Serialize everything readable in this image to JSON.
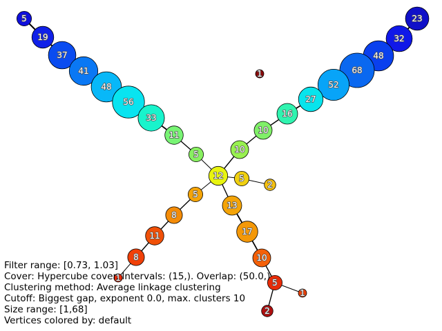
{
  "graph": {
    "nodes": [
      {
        "id": "a0",
        "label": "5",
        "size": 5,
        "color": "#1010dc"
      },
      {
        "id": "a1",
        "label": "19",
        "size": 19,
        "color": "#1020e8"
      },
      {
        "id": "a2",
        "label": "37",
        "size": 37,
        "color": "#0a4cf0"
      },
      {
        "id": "a3",
        "label": "41",
        "size": 41,
        "color": "#0a78f4"
      },
      {
        "id": "a4",
        "label": "48",
        "size": 48,
        "color": "#08b8f8"
      },
      {
        "id": "a5",
        "label": "56",
        "size": 56,
        "color": "#08e4f0"
      },
      {
        "id": "a6",
        "label": "33",
        "size": 33,
        "color": "#18f4cc"
      },
      {
        "id": "a7",
        "label": "11",
        "size": 11,
        "color": "#78f474"
      },
      {
        "id": "a8",
        "label": "5",
        "size": 5,
        "color": "#88f060"
      },
      {
        "id": "c0",
        "label": "12",
        "size": 12,
        "color": "#e8f410"
      },
      {
        "id": "b0",
        "label": "23",
        "size": 23,
        "color": "#1010c8"
      },
      {
        "id": "b1",
        "label": "32",
        "size": 32,
        "color": "#1018e8"
      },
      {
        "id": "b2",
        "label": "48",
        "size": 48,
        "color": "#0a40ee"
      },
      {
        "id": "b3",
        "label": "68",
        "size": 68,
        "color": "#0a68f0"
      },
      {
        "id": "b4",
        "label": "52",
        "size": 52,
        "color": "#08a4f8"
      },
      {
        "id": "b5",
        "label": "27",
        "size": 27,
        "color": "#08e4ec"
      },
      {
        "id": "b6",
        "label": "16",
        "size": 16,
        "color": "#30f4b0"
      },
      {
        "id": "b7",
        "label": "10",
        "size": 10,
        "color": "#80f068"
      },
      {
        "id": "b8",
        "label": "10",
        "size": 10,
        "color": "#98f050"
      },
      {
        "id": "i0",
        "label": "1",
        "size": 1,
        "color": "#8a0a0a"
      },
      {
        "id": "d0",
        "label": "5",
        "size": 5,
        "color": "#f0d010"
      },
      {
        "id": "d1",
        "label": "2",
        "size": 2,
        "color": "#f4c010"
      },
      {
        "id": "e0",
        "label": "5",
        "size": 5,
        "color": "#f4a408"
      },
      {
        "id": "e1",
        "label": "8",
        "size": 8,
        "color": "#f48c08"
      },
      {
        "id": "e2",
        "label": "11",
        "size": 11,
        "color": "#f05008"
      },
      {
        "id": "e3",
        "label": "8",
        "size": 8,
        "color": "#f04008"
      },
      {
        "id": "e4",
        "label": "1",
        "size": 1,
        "color": "#e82808"
      },
      {
        "id": "f0",
        "label": "13",
        "size": 13,
        "color": "#f4a408"
      },
      {
        "id": "f1",
        "label": "17",
        "size": 17,
        "color": "#f49808"
      },
      {
        "id": "f2",
        "label": "10",
        "size": 10,
        "color": "#f46008"
      },
      {
        "id": "f3",
        "label": "5",
        "size": 5,
        "color": "#e82c08"
      },
      {
        "id": "f4",
        "label": "1",
        "size": 1,
        "color": "#e84008"
      },
      {
        "id": "f5",
        "label": "2",
        "size": 2,
        "color": "#b01010"
      }
    ],
    "edges": [
      [
        "a0",
        "a1"
      ],
      [
        "a1",
        "a2"
      ],
      [
        "a2",
        "a3"
      ],
      [
        "a3",
        "a4"
      ],
      [
        "a4",
        "a5"
      ],
      [
        "a5",
        "a6"
      ],
      [
        "a6",
        "a7"
      ],
      [
        "a7",
        "a8"
      ],
      [
        "a8",
        "c0"
      ],
      [
        "b0",
        "b1"
      ],
      [
        "b1",
        "b2"
      ],
      [
        "b2",
        "b3"
      ],
      [
        "b3",
        "b4"
      ],
      [
        "b4",
        "b5"
      ],
      [
        "b5",
        "b6"
      ],
      [
        "b6",
        "b7"
      ],
      [
        "b7",
        "b8"
      ],
      [
        "b8",
        "c0"
      ],
      [
        "c0",
        "d0"
      ],
      [
        "d0",
        "d1"
      ],
      [
        "c0",
        "e0"
      ],
      [
        "e0",
        "e1"
      ],
      [
        "e1",
        "e2"
      ],
      [
        "e2",
        "e3"
      ],
      [
        "e3",
        "e4"
      ],
      [
        "c0",
        "f0"
      ],
      [
        "f0",
        "f1"
      ],
      [
        "f1",
        "f2"
      ],
      [
        "f2",
        "f3"
      ],
      [
        "f3",
        "f4"
      ],
      [
        "f3",
        "f5"
      ]
    ]
  },
  "info": [
    "Filter range: [0.73, 1.03]",
    "Cover: Hypercube cover. Intervals: (15,). Overlap: (50.0,)",
    "Clustering method: Average linkage clustering",
    "Cutoff: Biggest gap, exponent 0.0, max. clusters 10",
    "Size range: [1,68]",
    "Vertices colored by: default"
  ]
}
